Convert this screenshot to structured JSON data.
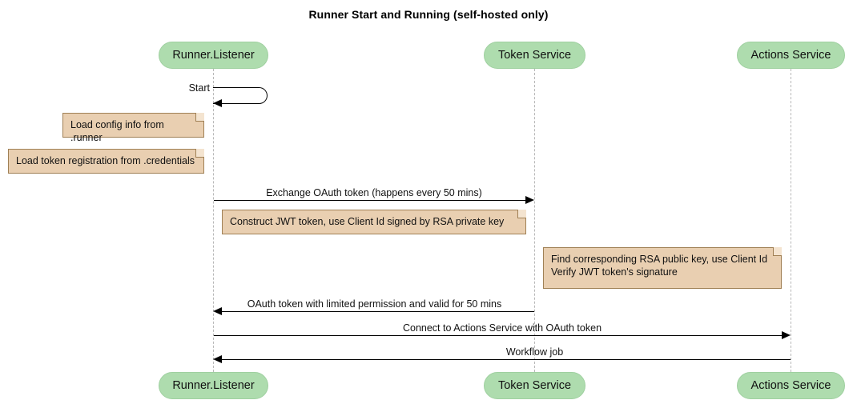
{
  "diagram": {
    "title": "Runner Start and Running (self-hosted only)",
    "type": "sequence-diagram",
    "colors": {
      "participant_fill": "#aedcae",
      "participant_border": "#9fd0a0",
      "note_fill": "#e9cfb1",
      "note_border": "#a08055",
      "lifeline": "#b8b8b8",
      "arrow": "#000000",
      "background": "#ffffff"
    }
  },
  "participants": [
    {
      "id": "runner",
      "label": "Runner.Listener"
    },
    {
      "id": "token",
      "label": "Token Service"
    },
    {
      "id": "actions",
      "label": "Actions Service"
    }
  ],
  "messages": [
    {
      "id": "m1",
      "label": "Start",
      "from": "runner",
      "to": "runner",
      "kind": "self"
    },
    {
      "id": "m2",
      "label": "Exchange OAuth token (happens every 50 mins)",
      "from": "runner",
      "to": "token",
      "kind": "right"
    },
    {
      "id": "m3",
      "label": "OAuth token with limited permission and valid for 50 mins",
      "from": "token",
      "to": "runner",
      "kind": "left"
    },
    {
      "id": "m4",
      "label": "Connect to Actions Service with OAuth token",
      "from": "runner",
      "to": "actions",
      "kind": "right"
    },
    {
      "id": "m5",
      "label": "Workflow job",
      "from": "actions",
      "to": "runner",
      "kind": "left"
    }
  ],
  "notes": [
    {
      "id": "n1",
      "text": "Load config info from .runner"
    },
    {
      "id": "n2",
      "text": "Load token registration from .credentials"
    },
    {
      "id": "n3",
      "text": "Construct JWT token, use Client Id signed by RSA private key"
    },
    {
      "id": "n4",
      "text": "Find corresponding RSA public key, use Client Id\nVerify JWT token's signature"
    }
  ]
}
